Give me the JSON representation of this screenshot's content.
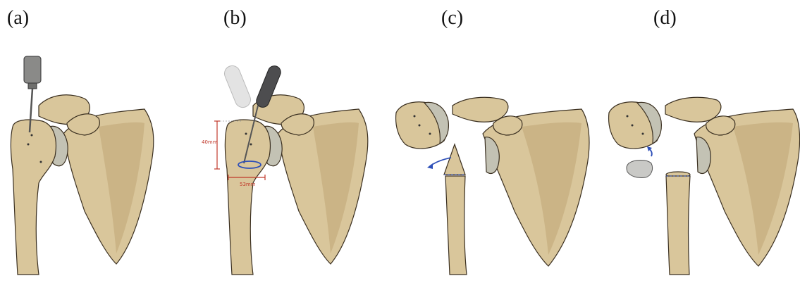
{
  "panels": [
    {
      "label": "(a)"
    },
    {
      "label": "(b)",
      "annotations": {
        "height": "40mm",
        "width": "53mm"
      }
    },
    {
      "label": "(c)"
    },
    {
      "label": "(d)"
    }
  ],
  "colors": {
    "bone": "#d9c69b",
    "cartilage": "#c3c2b4",
    "drill": "#8a8a88",
    "dimension_marks": "#c0392b",
    "arrows": "#2d4fb8"
  }
}
